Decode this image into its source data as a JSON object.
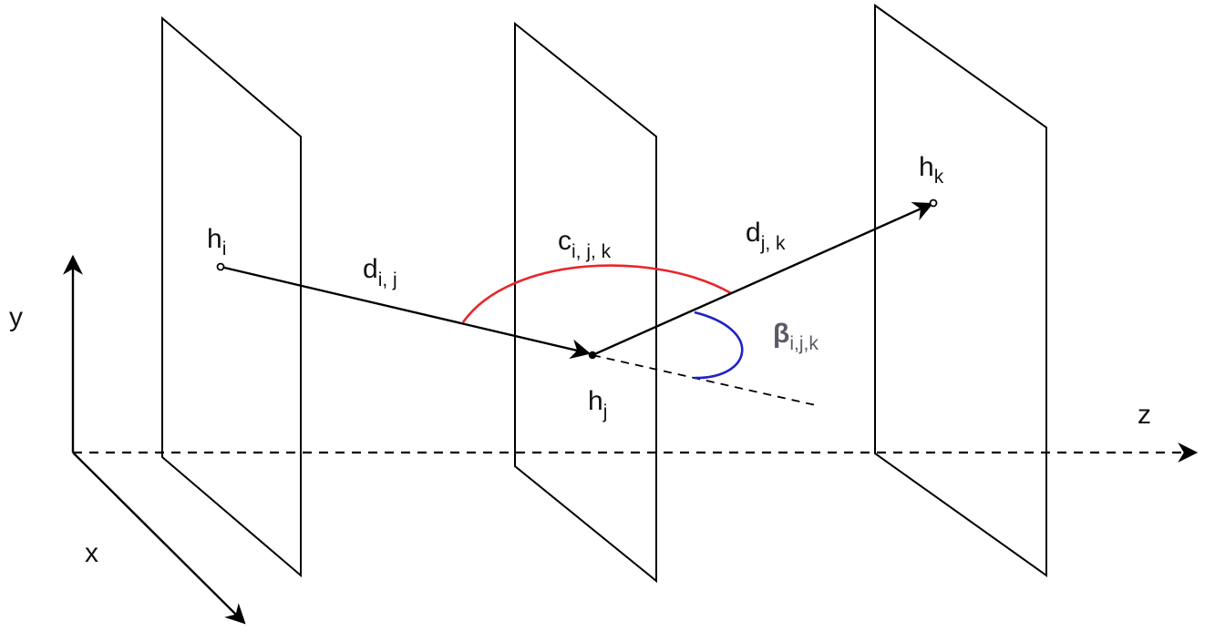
{
  "axes": {
    "x": "x",
    "y": "y",
    "z": "z"
  },
  "points": {
    "hi": {
      "base": "h",
      "sub": "i"
    },
    "hj": {
      "base": "h",
      "sub": "j"
    },
    "hk": {
      "base": "h",
      "sub": "k"
    }
  },
  "vectors": {
    "dij": {
      "base": "d",
      "sub": "i, j"
    },
    "djk": {
      "base": "d",
      "sub": "j, k"
    }
  },
  "arcs": {
    "cijk": {
      "base": "c",
      "sub": "i, j, k"
    },
    "beta": {
      "base": "β",
      "sub": "i,j,k"
    }
  },
  "colors": {
    "stroke": "#000000",
    "curvature_arc": "#e8262b",
    "angle_arc": "#1f22c4",
    "beta_text": "#5a5a66"
  }
}
